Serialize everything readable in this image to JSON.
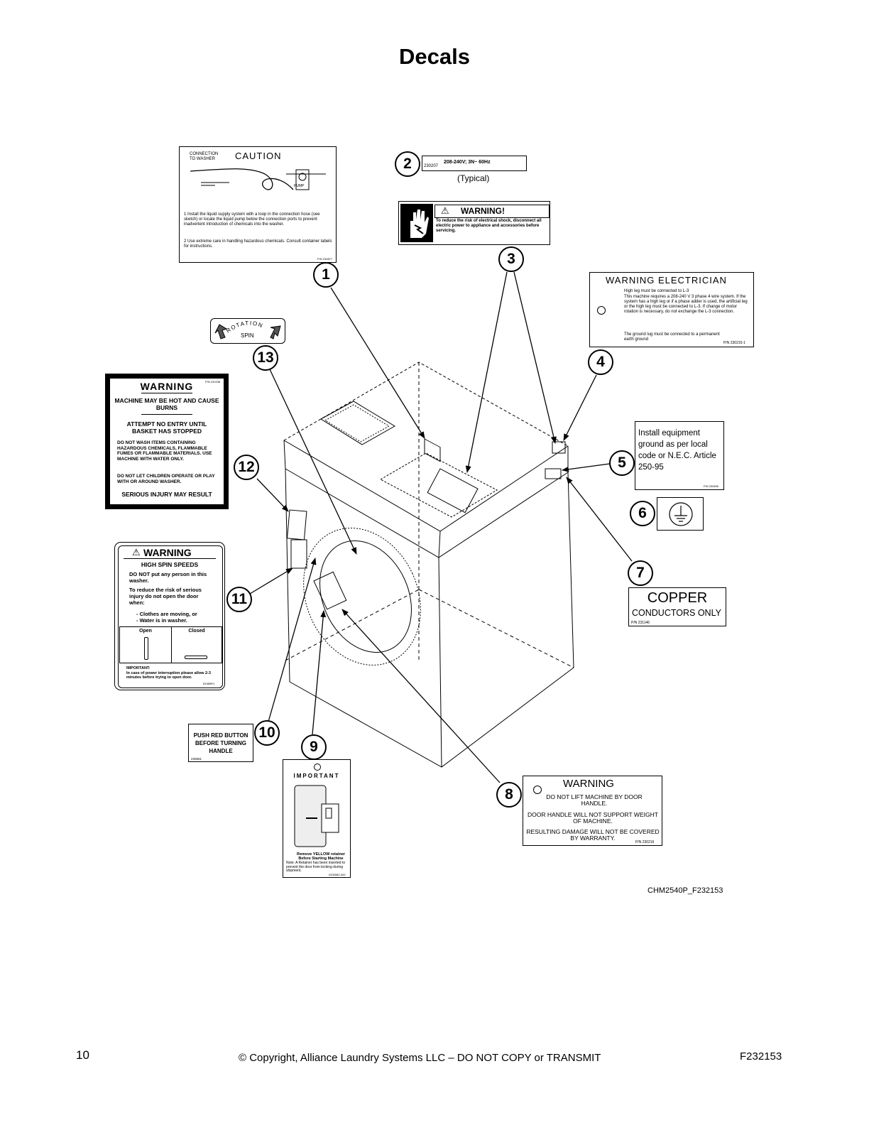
{
  "page": {
    "title": "Decals",
    "figure_id": "CHM2540P_F232153"
  },
  "footer": {
    "page_number": "10",
    "copyright": "© Copyright, Alliance Laundry Systems LLC – DO NOT COPY or TRANSMIT",
    "doc_code": "F232153"
  },
  "callouts": [
    "1",
    "2",
    "3",
    "4",
    "5",
    "6",
    "7",
    "8",
    "9",
    "10",
    "11",
    "12",
    "13"
  ],
  "decal_1": {
    "small_label": "CONNECTION TO WASHER",
    "heading": "CAUTION",
    "pump_label": "PUMP",
    "item1": "1  Install the liquid supply system with a loop in the connection hose (see sketch) or locate the liquid pump below the connection ports to prevent inadvertent introduction of chemicals into the washer.",
    "item2": "2  Use extreme care in handling hazardous chemicals. Consult container labels for instructions.",
    "part_no": "P/N 230877"
  },
  "decal_2": {
    "part_no": "230207",
    "rating": "208-240V; 3N~  60Hz",
    "caption": "(Typical)"
  },
  "decal_3": {
    "heading": "WARNING!",
    "text": "To reduce the risk of electrical shock, disconnect all electric power to appliance and accessories before servicing."
  },
  "decal_4": {
    "heading": "WARNING  ELECTRICIAN",
    "line1": "High leg must be connected to L-3",
    "line2": "This machine requires a 208-240 V 3 phase 4 wire system. If the system has a high leg or if a phase adder is used, the artificial leg or the high leg must be connected to L-3. If change of motor rotation is necessary, do not exchange the L-3 connection.",
    "line3": "The ground lug must be connected to a permanent earth ground",
    "part_no": "P/N 230215-1"
  },
  "decal_5": {
    "text": "Install equipment ground as per local code or N.E.C. Article 250-95",
    "part_no": "P/N 230630"
  },
  "decal_7": {
    "line1": "COPPER",
    "line2": "CONDUCTORS ONLY",
    "part_no": "P/N 231146"
  },
  "decal_8": {
    "heading": "WARNING",
    "line1": "DO NOT LIFT MACHINE BY DOOR HANDLE.",
    "line2": "DOOR HANDLE WILL NOT SUPPORT WEIGHT OF MACHINE.",
    "line3": "RESULTING DAMAGE WILL NOT BE COVERED BY WARRANTY.",
    "part_no": "P/N 230216"
  },
  "decal_9": {
    "heading": "IMPORTANT",
    "caption": "Remove YELLOW retainer Before Starting Machine",
    "note": "Note: A Retainer has been inserted to prevent the door from locking during shipment.",
    "part_no": "0200582-000"
  },
  "decal_10": {
    "text": "PUSH RED BUTTON BEFORE TURNING HANDLE",
    "part_no": "230661"
  },
  "decal_11": {
    "heading": "WARNING",
    "subheading": "HIGH SPIN SPEEDS",
    "p1": "DO NOT put any person in this washer.",
    "p2": "To reduce the risk of serious injury do not open the door when:",
    "b1": "- Clothes are moving, or",
    "b2": "- Water is in washer.",
    "open": "Open",
    "closed": "Closed",
    "important_title": "IMPORTANT:",
    "important_text": "In case of power interruption please allow 2-3 minutes before trying to open door.",
    "part_no": "81989R1"
  },
  "decal_12": {
    "part_no": "P/N 231038",
    "heading": "WARNING",
    "l1": "MACHINE MAY BE HOT AND CAUSE BURNS",
    "l2": "ATTEMPT NO ENTRY UNTIL BASKET HAS STOPPED",
    "l3": "DO NOT WASH ITEMS CONTAINING HAZARDOUS CHEMICALS, FLAMMABLE FUMES OR FLAMMABLE MATERIALS. USE MACHINE WITH WATER ONLY.",
    "l4": "DO NOT LET CHILDREN OPERATE OR PLAY WITH OR AROUND WASHER.",
    "l5": "SERIOUS INJURY MAY RESULT"
  },
  "decal_13": {
    "arc": "ROTATION",
    "label": "SPIN"
  }
}
